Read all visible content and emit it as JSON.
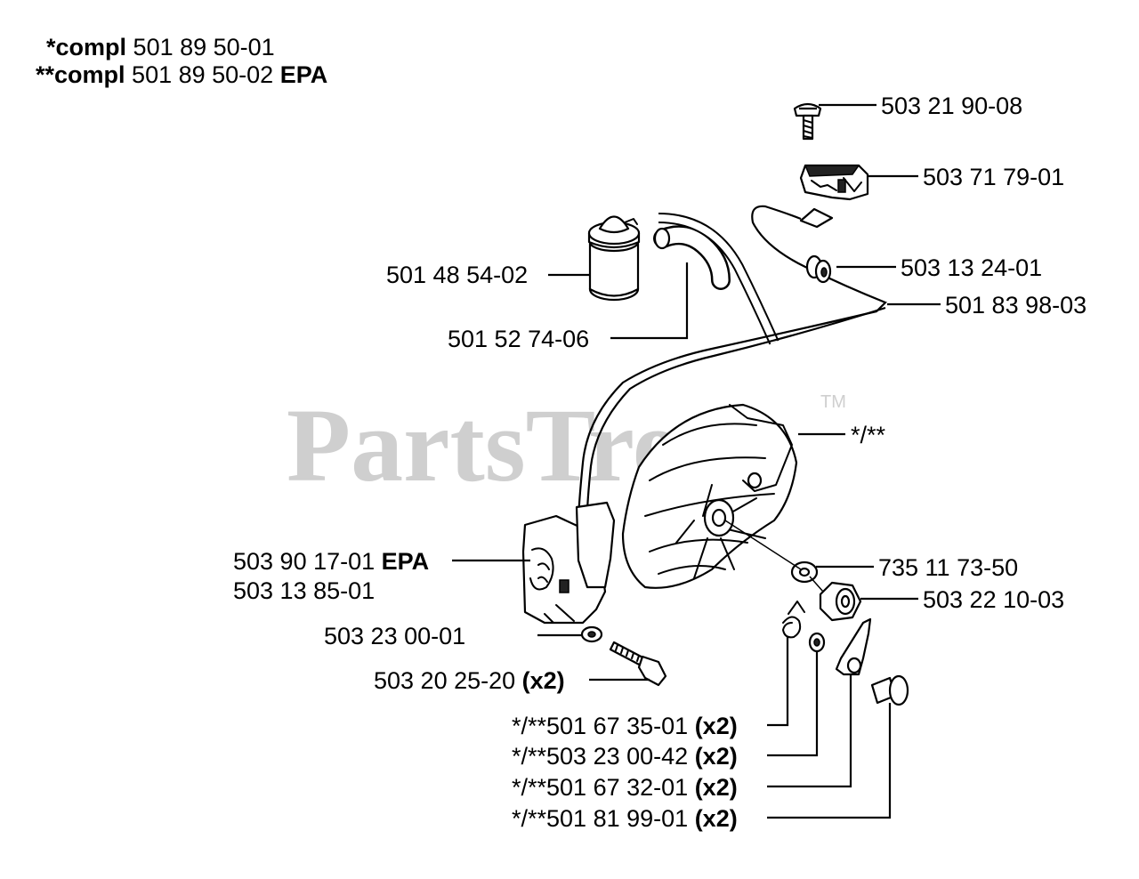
{
  "header": {
    "compl1_prefix": "*compl",
    "compl1_number": "501 89 50-01",
    "compl2_prefix": "**compl",
    "compl2_number": "501 89 50-02",
    "compl2_suffix": "EPA"
  },
  "watermark": {
    "text": "PartsTree",
    "tm": "TM"
  },
  "labels": {
    "screw_top": "503 21 90-08",
    "bracket": "503 71 79-01",
    "filter": "501 48 54-02",
    "grommet": "503 13 24-01",
    "hose": "501 52 74-06",
    "oil_line": "501 83 98-03",
    "flywheel": "*/**",
    "coil_epa_number": "503 90 17-01",
    "coil_epa_suffix": "EPA",
    "coil": "503 13 85-01",
    "washer_small": "735 11 73-50",
    "nut": "503 22 10-03",
    "washer_coil": "503 23 00-01",
    "bolt_number": "503 20 25-20",
    "bolt_qty": "(x2)",
    "spring_number": "*/**501 67 35-01",
    "spring_qty": "(x2)",
    "washer2_number": "*/**503 23 00-42",
    "washer2_qty": "(x2)",
    "pawl_number": "*/**501 67 32-01",
    "pawl_qty": "(x2)",
    "pin_number": "*/**501 81 99-01",
    "pin_qty": "(x2)"
  }
}
